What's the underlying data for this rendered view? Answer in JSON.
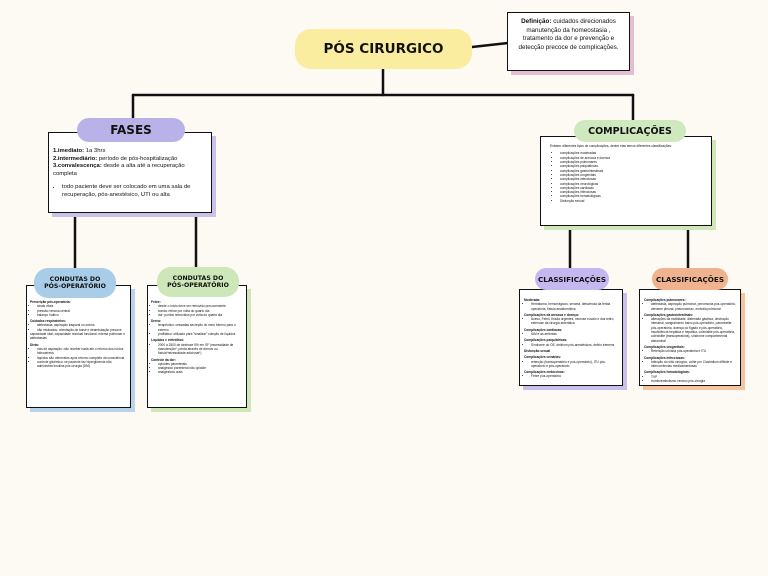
{
  "title": "PÓS CIRURGICO",
  "definition": {
    "label": "Definição:",
    "text": " cuidados direcionados manutenção da homeostasia , tratamento da dor e prevenção e detecção precoce de complicações."
  },
  "fases": {
    "title": "FASES",
    "items": [
      {
        "num": "1.",
        "label": "imediato:",
        "text": " 1a 3hrs"
      },
      {
        "num": "2.",
        "label": "intermediário:",
        "text": " período de pós-hospitalização"
      },
      {
        "num": "3.",
        "label": "convalescença:",
        "text": " desde a alta até a recuperação completa"
      }
    ],
    "bullet": "todo paciente deve ser colocado em uma sala de recuperação, pós-anestésico, UTI ou alta"
  },
  "condutas_1": {
    "title": "CONDUTAS DO PÓS-OPERATÓRIO",
    "sections": [
      {
        "heading": "Prescrição pós-operatória:",
        "items": [
          "sinais vitais",
          "pressão venosa central",
          "balanço hídrico"
        ]
      },
      {
        "heading": "Cuidados respiratórios:",
        "items": [
          "atelectasia: aspiração traqueal ou outros",
          "não intubados: orientação de tosse e deambulação precoce",
          "capacidade vital, capacidade residual funcional, edema pulmonar e atelectasias"
        ]
      },
      {
        "heading": "Dieta:",
        "items": [
          "vias de aspiração: não receber nada até o retorno dos ruídos hidroaéreos",
          "líquidos são oferecidos após retorno completo da consciência",
          "controle glicêmico: se paciente faz hiperglicemia não administrar insulina pós cirurgia (DM)"
        ]
      }
    ]
  },
  "condutas_2": {
    "title": "CONDUTAS DO PÓS-OPERATÓRIO",
    "sections": [
      {
        "heading": "Febre:",
        "items": [
          "desde o início deve ser removido precocemente",
          "sonda: retirar por volta do quarto dia",
          "dor: pontos removidos por volta do quarto dia"
        ]
      },
      {
        "heading": "Dreno:",
        "items": [
          "terapêutico: cessadas secreção do meio interno para o externo",
          "profilático: utilizado para \"sinalizar\" coleção de líquidos"
        ]
      },
      {
        "heading": "Líquidos e eletrólitos:",
        "items": [
          "2000 a 2500 de dextrose 5% em SF (necessidade de manutenção*, perda através de drenos ou fístula*necessidade adicional*)"
        ]
      },
      {
        "heading": "Controle da dor:",
        "items": [
          "opioides parenterais",
          "analgésico parenteral não opioide",
          "analgésicos orais"
        ]
      }
    ]
  },
  "complicacoes": {
    "title": "COMPLICAÇÕES",
    "intro": "Existem diferentes tipos de complicações, dentre elas temos diferentes classificações:",
    "items": [
      "complicações moderadas",
      "complicações de aresoca e doenca",
      "complicações pulmonares",
      "complicações psiquiátricas",
      "complicações gastrointestinais",
      "complicações urogenitais",
      "complicações infecciosas",
      "complicações neurológicas",
      "complicações cardiacas",
      "complicações infecciosas",
      "complicações hematológicas",
      "Disfunção sexual"
    ]
  },
  "classificacoes_1": {
    "title": "CLASSIFICAÇÕES",
    "sections": [
      {
        "heading": "Moderada:",
        "items": [
          "Hematoma, hemorragicos, seroma, deiscência da ferida operatória, fístula anastomótica"
        ]
      },
      {
        "heading": "Complicações da aresoca e doença:",
        "items": [
          "Aceso, Febril, fístula urgentes, necrose euvalo e dos retiró, estenose da cirurgia anterática"
        ]
      },
      {
        "heading": "Complicações cardiacas:",
        "items": [
          "IAM e as arritmias"
        ]
      },
      {
        "heading": "Complicações psiquiátricas:",
        "items": [
          "Síndrome do OE, delirium pós-anestésicos, delirio tremens"
        ]
      },
      {
        "heading": "Disfunção sexual",
        "items": []
      },
      {
        "heading": "Complicações urinárias:",
        "items": [
          "retenção (transoperatório e pós-operatório), ITU pós-operatório e pós-operatório"
        ]
      },
      {
        "heading": "Complicações endócrinas:",
        "items": [
          "Febre pós-operatória"
        ]
      }
    ]
  },
  "classificacoes_2": {
    "title": "CLASSIFICAÇÕES",
    "sections": [
      {
        "heading": "Complicações pulmonares:",
        "items": [
          "atelectasia, aspiração pulmonar, pneumonia pós-operatória, derrame pleural, pneumotórax, embolia pulmonar"
        ]
      },
      {
        "heading": "Complicações gastrointestinais:",
        "items": [
          "alterações da motilidade, distensão gástrica, obstrução intestinal, sangramento baixo pós-operatório, pancreatite pós-operatória, doença do fígado e pós-operatório, insuficiência hepática e hepática, colecistite pós-operatória, colecistite (transoperatória), síndrome compartimental abdominal"
        ]
      },
      {
        "heading": "Complicações urogenitais:",
        "items": [
          "Retenção urinária pós-operatória e ITU"
        ]
      },
      {
        "heading": "Complicações infecciosas:",
        "items": [
          "Infecção do sítio cirúrgico, colite por Clostridium difficile e intercorrências medicamentosas"
        ]
      },
      {
        "heading": "Complicações hematológicas:",
        "items": [
          "TVP",
          "tromboembolismo venoso pós-cirurgia"
        ]
      }
    ]
  }
}
